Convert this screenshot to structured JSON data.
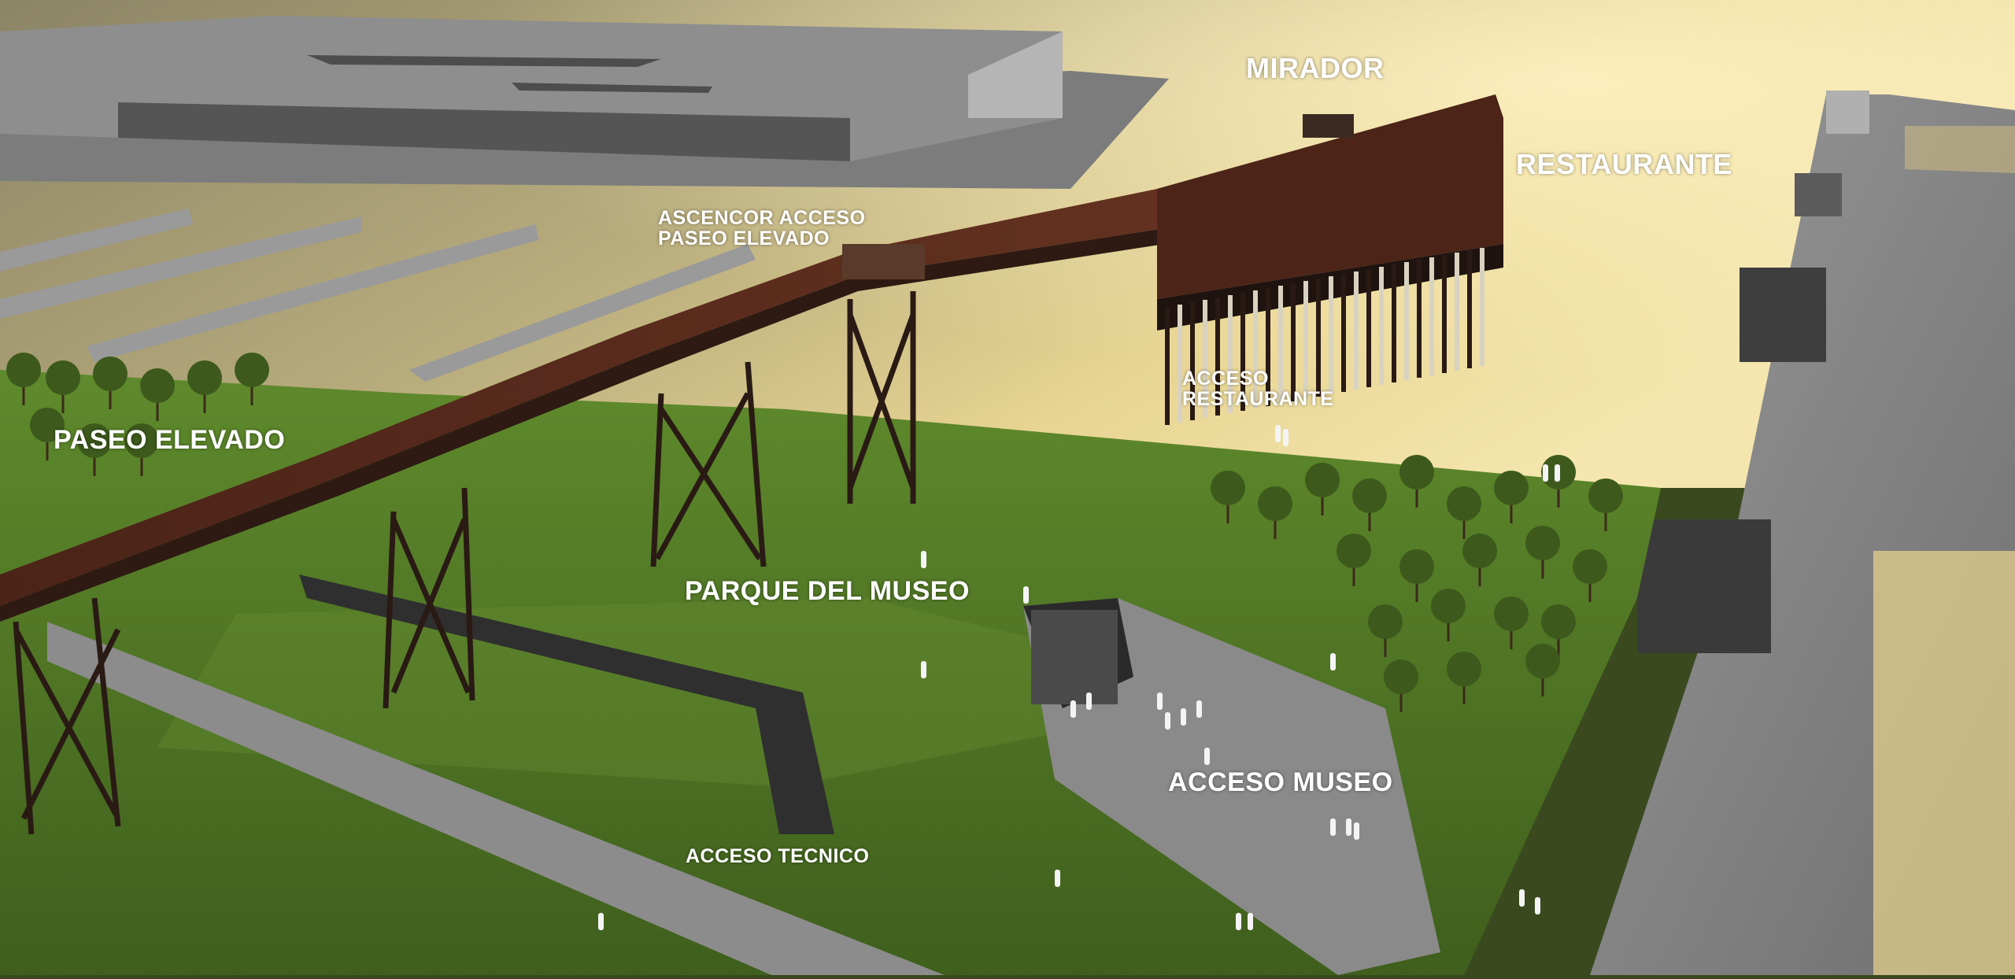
{
  "labels": {
    "mirador": "MIRADOR",
    "restaurante": "RESTAURANTE",
    "ascensor_line1": "ASCENCOR ACCESO",
    "ascensor_line2": "PASEO ELEVADO",
    "acceso_restaurante_line1": "ACCESO",
    "acceso_restaurante_line2": "RESTAURANTE",
    "paseo_elevado": "PASEO ELEVADO",
    "parque_del_museo": "PARQUE DEL MUSEO",
    "acceso_museo": "ACCESO MUSEO",
    "acceso_tecnico": "ACCESO TECNICO"
  },
  "colors": {
    "water_highlight": "#f1e2a6",
    "water_shadow": "#8b8466",
    "lawn": "#4f7426",
    "lawn_light": "#6a8f35",
    "pier_rust": "#5a2c1c",
    "pier_dark": "#2a1a14",
    "concrete": "#8a8a8a",
    "concrete_dark": "#5b5b5b",
    "label_text": "#ffffff"
  }
}
